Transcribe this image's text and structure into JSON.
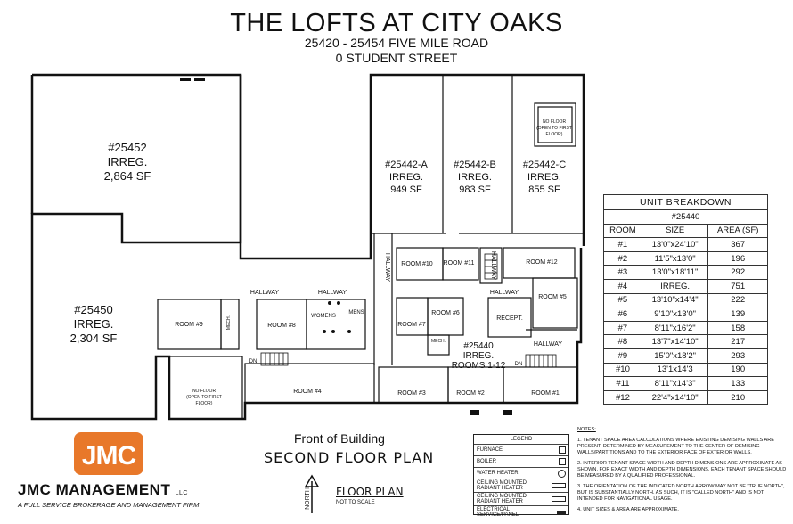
{
  "header": {
    "title": "THE LOFTS AT CITY OAKS",
    "address_line1": "25420 - 25454 FIVE MILE ROAD",
    "address_line2": "0 STUDENT STREET"
  },
  "units": {
    "u25452": {
      "id": "#25452",
      "type": "IRREG.",
      "area": "2,864 SF"
    },
    "u25450": {
      "id": "#25450",
      "type": "IRREG.",
      "area": "2,304 SF"
    },
    "u25442a": {
      "id": "#25442-A",
      "type": "IRREG.",
      "area": "949 SF"
    },
    "u25442b": {
      "id": "#25442-B",
      "type": "IRREG.",
      "area": "983 SF"
    },
    "u25442c": {
      "id": "#25442-C",
      "type": "IRREG.",
      "area": "855 SF"
    },
    "u25440": {
      "id": "#25440",
      "type": "IRREG.",
      "area": "ROOMS 1-12"
    }
  },
  "rooms": {
    "r1": "ROOM #1",
    "r2": "ROOM #2",
    "r3": "ROOM #3",
    "r4": "ROOM #4",
    "r5": "ROOM #5",
    "r6": "ROOM #6",
    "r7": "ROOM #7",
    "r8": "ROOM #8",
    "r9": "ROOM #9",
    "r10": "ROOM #10",
    "r11": "ROOM #11",
    "r12": "ROOM #12",
    "recept": "RECEPT.",
    "womens": "WOMENS",
    "mens": "MENS",
    "mech": "MECH.",
    "mech2": "MECH.",
    "dn1": "DN",
    "dn2": "DN"
  },
  "hallways": {
    "h1": "HALLWAY",
    "h2": "HALLWAY",
    "h3": "HALLWAY",
    "h4": "HALLWAY",
    "h5": "HALLWAY",
    "h6": "HALLWAY"
  },
  "no_floor": {
    "line1": "NO FLOOR",
    "line2": "(OPEN TO FIRST",
    "line3": "FLOOR)"
  },
  "unit_breakdown": {
    "title": "UNIT BREAKDOWN",
    "unit": "#25440",
    "col_room": "ROOM",
    "col_size": "SIZE",
    "col_area": "AREA (SF)",
    "rows": [
      [
        "#1",
        "13'0\"x24'10\"",
        "367"
      ],
      [
        "#2",
        "11'5\"x13'0\"",
        "196"
      ],
      [
        "#3",
        "13'0\"x18'11\"",
        "292"
      ],
      [
        "#4",
        "IRREG.",
        "751"
      ],
      [
        "#5",
        "13'10\"x14'4\"",
        "222"
      ],
      [
        "#6",
        "9'10\"x13'0\"",
        "139"
      ],
      [
        "#7",
        "8'11\"x16'2\"",
        "158"
      ],
      [
        "#8",
        "13'7\"x14'10\"",
        "217"
      ],
      [
        "#9",
        "15'0\"x18'2\"",
        "293"
      ],
      [
        "#10",
        "13'1x14'3",
        "190"
      ],
      [
        "#11",
        "8'11\"x14'3\"",
        "133"
      ],
      [
        "#12",
        "22'4\"x14'10\"",
        "210"
      ]
    ]
  },
  "footer": {
    "front": "Front of Building",
    "plan_name": "SECOND FLOOR PLAN",
    "floor_plan": "FLOOR PLAN",
    "not_to_scale": "NOT TO SCALE",
    "north": "NORTH",
    "logo_letters": "JMC",
    "company": "JMC MANAGEMENT",
    "company_suffix": "LLC",
    "tagline": "A FULL SERVICE BROKERAGE AND MANAGEMENT FIRM"
  },
  "legend": {
    "title": "LEGEND",
    "items": [
      "FURNACE",
      "BOILER",
      "WATER HEATER",
      "CEILING MOUNTED RADIANT HEATER",
      "CEILING MOUNTED RADIANT HEATER",
      "ELECTRICAL SERVICE/PANEL"
    ]
  },
  "notes": {
    "title": "NOTES:",
    "n1": "1. TENANT SPACE AREA CALCULATIONS WHERE EXISTING DEMISING WALLS ARE PRESENT: DETERMINED BY MEASUREMENT TO THE CENTER OF DEMISING WALLS/PARTITIONS AND TO THE EXTERIOR FACE OF EXTERIOR WALLS.",
    "n2": "2. INTERIOR TENANT SPACE WIDTH AND DEPTH DIMENSIONS ARE APPROXIMATE AS SHOWN. FOR EXACT WIDTH AND DEPTH DIMENSIONS, EACH TENANT SPACE SHOULD BE MEASURED BY A QUALIFIED PROFESSIONAL.",
    "n3": "3. THE ORIENTATION OF THE INDICATED NORTH ARROW MAY NOT BE \"TRUE NORTH\", BUT IS SUBSTANTIALLY NORTH. AS SUCH, IT IS \"CALLED NORTH\" AND IS NOT INTENDED FOR NAVIGATIONAL USAGE.",
    "n4": "4. UNIT SIZES & AREA ARE APPROXIMATE."
  }
}
